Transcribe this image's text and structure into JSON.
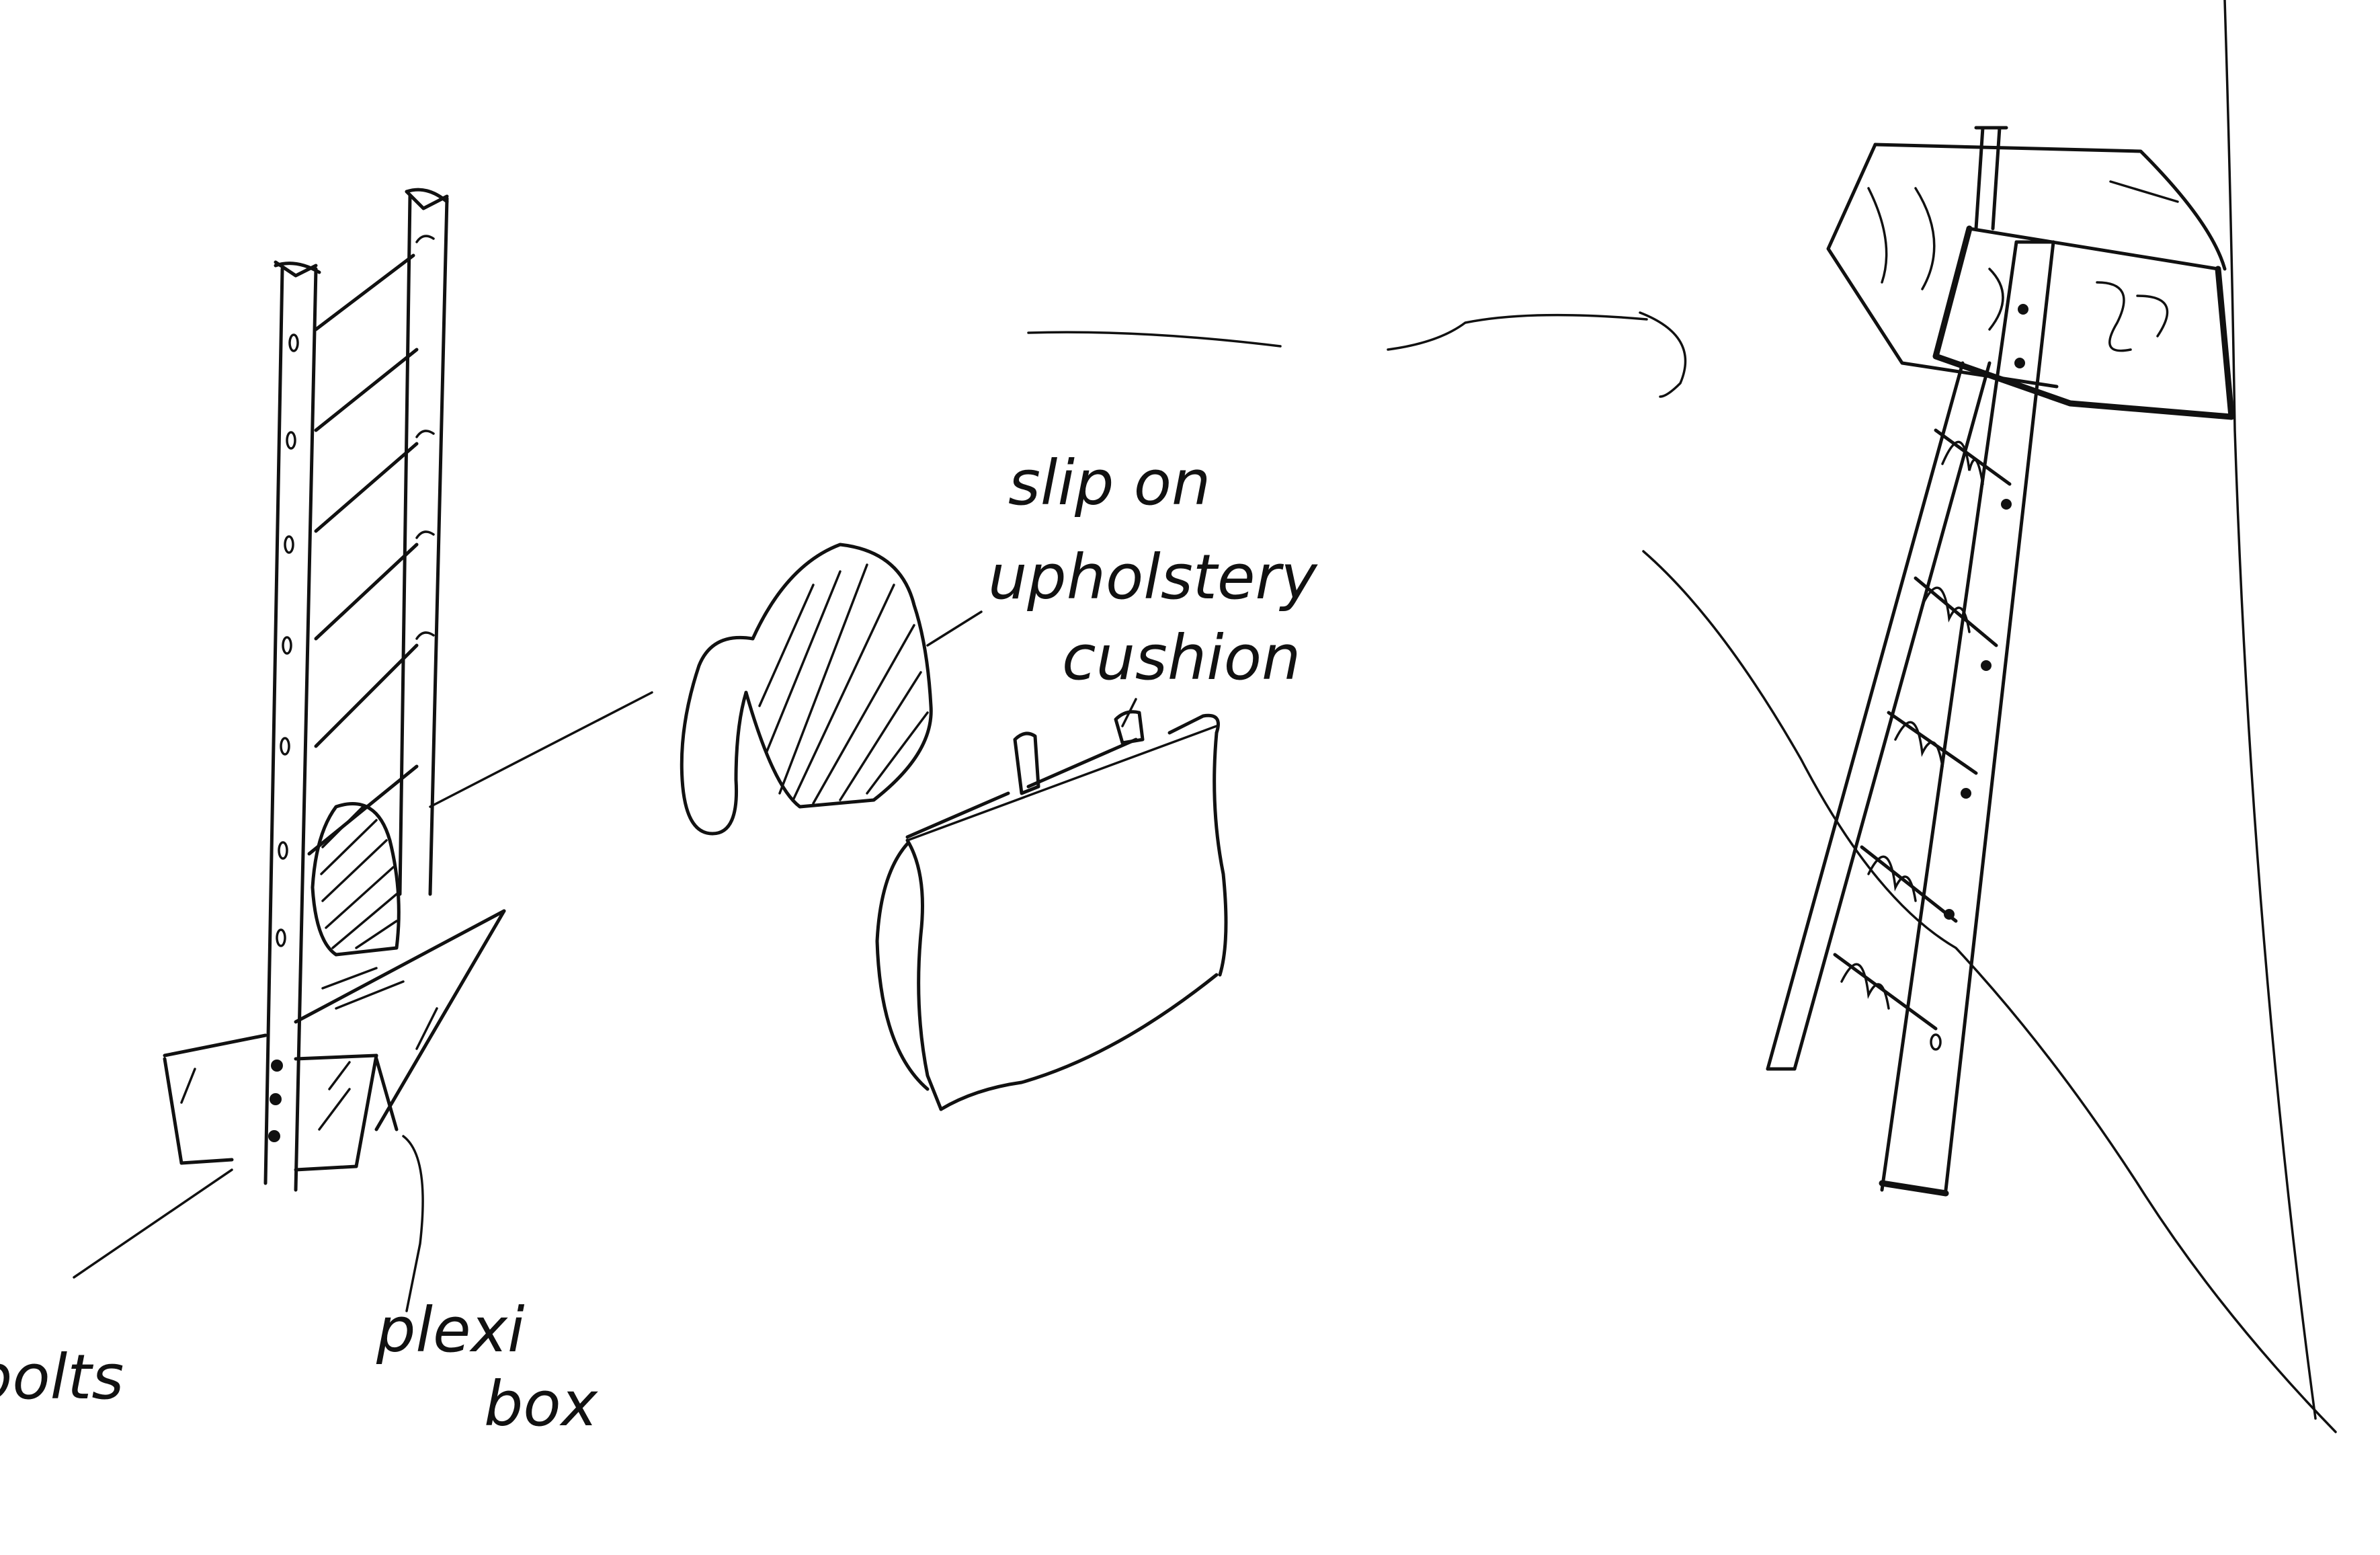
{
  "annotations": {
    "slip_on_line1": "slip on",
    "slip_on_line2": "upholstery",
    "slip_on_line3": "cushion",
    "bolts": "bolts",
    "plexi_line1": "plexi",
    "plexi_line2": "box"
  },
  "colors": {
    "ink": "#111111",
    "paper": "#ffffff"
  }
}
